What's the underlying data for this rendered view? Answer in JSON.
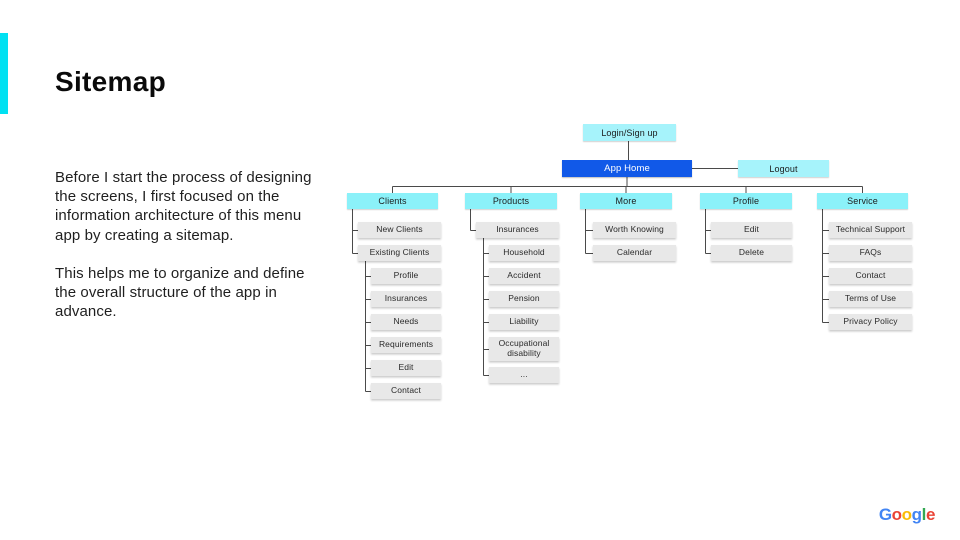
{
  "slide": {
    "title": "Sitemap",
    "intro": [
      "Before I start the process of designing the screens, I first focused on the information architecture of this menu app by creating a sitemap.",
      "This helps me to organize and define the overall structure of the app in advance."
    ]
  },
  "colors": {
    "accent_bar": "#00E1F2",
    "top_node_fill": "#A6F3FB",
    "app_home_fill": "#1159E8",
    "branch_header_fill": "#8BF1F9",
    "child_node_fill": "#E8E8E8",
    "connector_line": "#4A4A4A",
    "google_blue": "#4285F4",
    "google_red": "#EA4335",
    "google_yellow": "#FBBC05",
    "google_green": "#34A853"
  },
  "sitemap": {
    "login": "Login/Sign up",
    "app_home": "App Home",
    "logout": "Logout",
    "columns": [
      {
        "header": "Clients",
        "children": [
          "New Clients",
          "Existing Clients",
          "Profile",
          "Insurances",
          "Needs",
          "Requirements",
          "Edit",
          "Contact"
        ]
      },
      {
        "header": "Products",
        "children": [
          "Insurances",
          "Household",
          "Accident",
          "Pension",
          "Liability",
          "Occupational disability",
          "..."
        ]
      },
      {
        "header": "More",
        "children": [
          "Worth Knowing",
          "Calendar"
        ]
      },
      {
        "header": "Profile",
        "children": [
          "Edit",
          "Delete"
        ]
      },
      {
        "header": "Service",
        "children": [
          "Technical Support",
          "FAQs",
          "Contact",
          "Terms of Use",
          "Privacy Policy"
        ]
      }
    ]
  },
  "footer": {
    "logo_letters": [
      "G",
      "o",
      "o",
      "g",
      "l",
      "e"
    ]
  }
}
